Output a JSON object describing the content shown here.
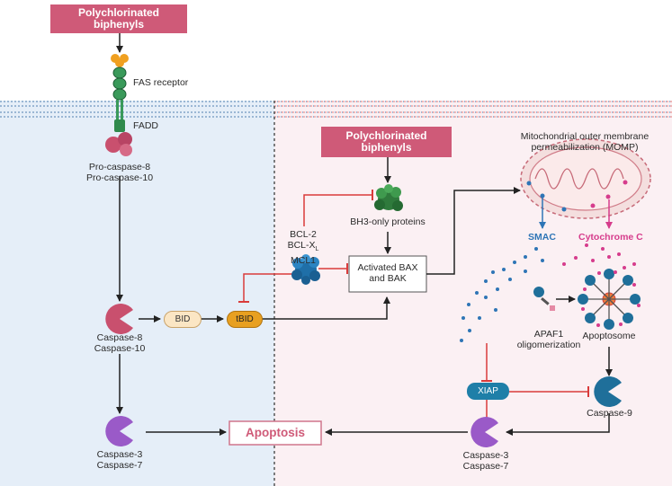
{
  "stimulus_top": {
    "line1": "Polychlorinated",
    "line2": "biphenyls"
  },
  "stimulus_mid": {
    "line1": "Polychlorinated",
    "line2": "biphenyls"
  },
  "fas_receptor": "FAS receptor",
  "fadd": "FADD",
  "procaspase": {
    "line1": "Pro-caspase-8",
    "line2": "Pro-caspase-10"
  },
  "caspase8": {
    "line1": "Caspase-8",
    "line2": "Caspase-10"
  },
  "caspase3_left": {
    "line1": "Caspase-3",
    "line2": "Caspase-7"
  },
  "bid": "BID",
  "tbid": "tBID",
  "bcl": {
    "line1": "BCL-2",
    "line2_main": "BCL-X",
    "line2_sub": "L",
    "line3": "MCL1"
  },
  "bh3": "BH3-only proteins",
  "bax": {
    "line1": "Activated BAX",
    "line2": "and BAK"
  },
  "momp": {
    "line1": "Mitochondrial outer membrane",
    "line2": "permeabilization (MOMP)"
  },
  "smac": "SMAC",
  "cytochrome_c": "Cytochrome C",
  "apaf1": {
    "line1": "APAF1",
    "line2": "oligomerization"
  },
  "apoptosome": "Apoptosome",
  "xiap": "XIAP",
  "caspase9": "Caspase-9",
  "caspase3_right": {
    "line1": "Caspase-3",
    "line2": "Caspase-7"
  },
  "apoptosis": "Apoptosis",
  "colors": {
    "stimulus": "#cf5a78",
    "arrow": "#222222",
    "inhibit": "#d93b3b",
    "caspase8": "#c9506e",
    "caspase3": "#9a5ac8",
    "bid_fill": "#fbe6c4",
    "tbid_fill": "#e8a021",
    "bcl": "#1f6fa8",
    "bh3": "#2f7a3c",
    "xiap": "#1f7fa8",
    "caspase9": "#1f6f9a",
    "smac": "#2e75b6",
    "cytochrome": "#d63c8c",
    "mito": "#f4dede",
    "left_bg": "#e5eef8",
    "right_bg": "#fbf0f3"
  }
}
